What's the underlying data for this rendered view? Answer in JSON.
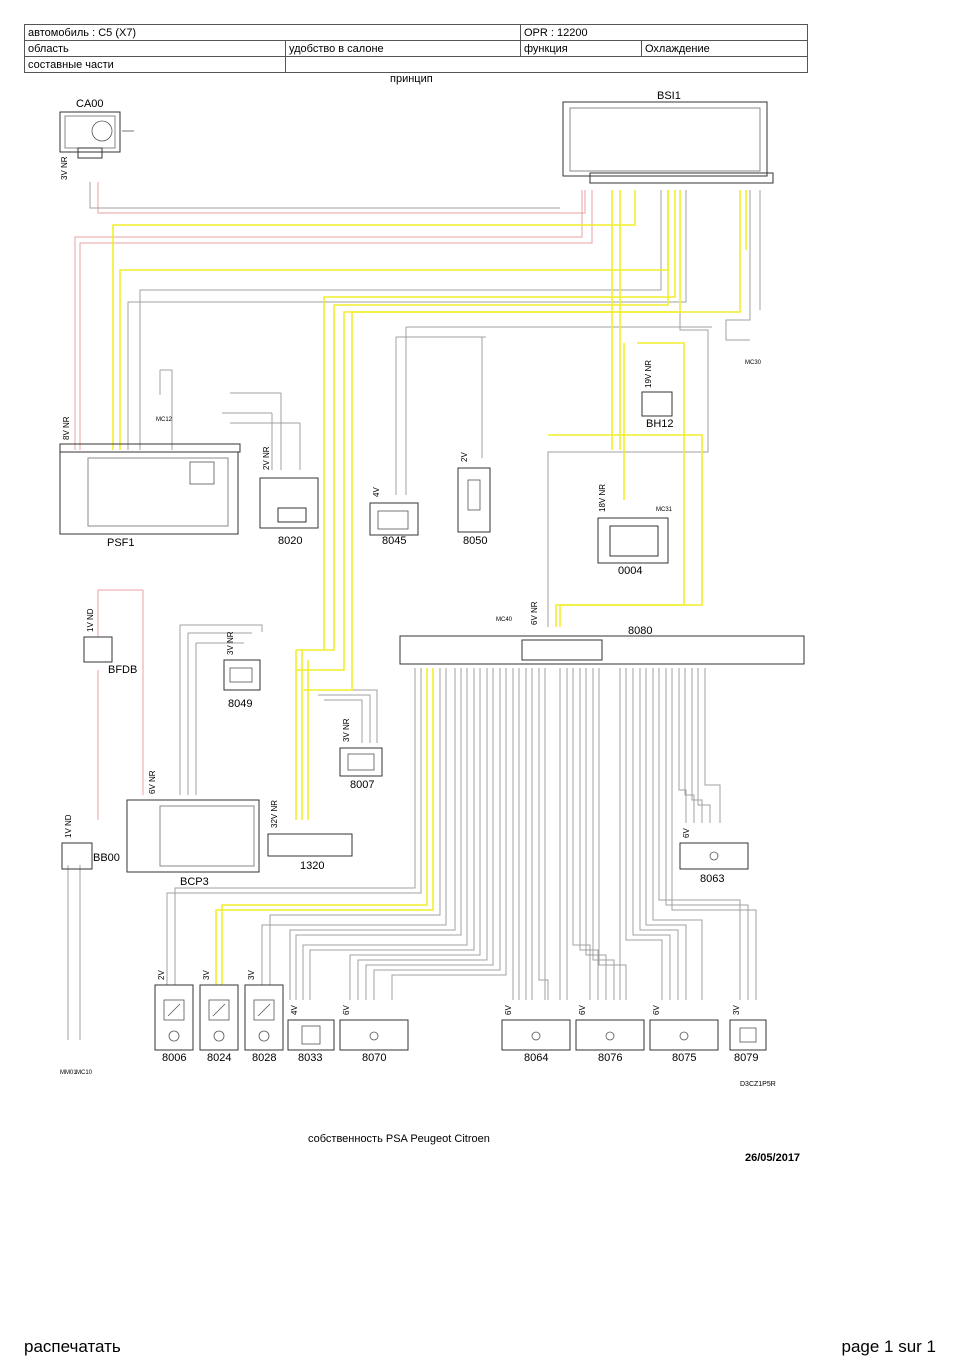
{
  "header": {
    "vehicle": "автомобиль : C5 (X7)",
    "opr": "OPR : 12200",
    "area_label": "область",
    "area_value": "удобство в салоне",
    "function_label": "функция",
    "function_value": "Охлаждение",
    "components_label": "составные части",
    "components_value": ""
  },
  "diagram": {
    "title": "принцип",
    "code": "D3CZ1P5R",
    "components": [
      {
        "id": "CA00",
        "pins": "3V NR"
      },
      {
        "id": "BSI1",
        "pins": ""
      },
      {
        "id": "PSF1",
        "pins": "8V NR"
      },
      {
        "id": "8020",
        "pins": "2V NR"
      },
      {
        "id": "8045",
        "pins": "4V"
      },
      {
        "id": "8050",
        "pins": "2V"
      },
      {
        "id": "BH12",
        "pins": "19V NR"
      },
      {
        "id": "0004",
        "pins": "18V NR"
      },
      {
        "id": "BFDB",
        "pins": "1V ND"
      },
      {
        "id": "8049",
        "pins": "3V NR"
      },
      {
        "id": "8080",
        "pins": "6V NR"
      },
      {
        "id": "8007",
        "pins": "3V NR"
      },
      {
        "id": "BB00",
        "pins": "1V ND"
      },
      {
        "id": "BCP3",
        "pins": "6V NR"
      },
      {
        "id": "1320",
        "pins": "32V NR"
      },
      {
        "id": "8063",
        "pins": "6V"
      },
      {
        "id": "8006",
        "pins": "2V"
      },
      {
        "id": "8024",
        "pins": "3V"
      },
      {
        "id": "8028",
        "pins": "3V"
      },
      {
        "id": "8033",
        "pins": "4V"
      },
      {
        "id": "8070",
        "pins": "6V"
      },
      {
        "id": "8064",
        "pins": "6V"
      },
      {
        "id": "8076",
        "pins": "6V"
      },
      {
        "id": "8075",
        "pins": "6V"
      },
      {
        "id": "8079",
        "pins": "3V"
      }
    ],
    "grounds": [
      "MC12",
      "MC31",
      "MC30",
      "MC40",
      "MM01",
      "MC10"
    ],
    "colors": {
      "wire_yellow": "#f2ee2a",
      "wire_gray": "#a0a0a0",
      "wire_red": "#e89a9a",
      "label_red": "#e02020",
      "label_green": "#1a7a1a"
    }
  },
  "footer": {
    "ownership": "собственность PSA Peugeot Citroen",
    "date": "26/05/2017",
    "print_link": "распечатать",
    "page": "page 1 sur 1"
  }
}
